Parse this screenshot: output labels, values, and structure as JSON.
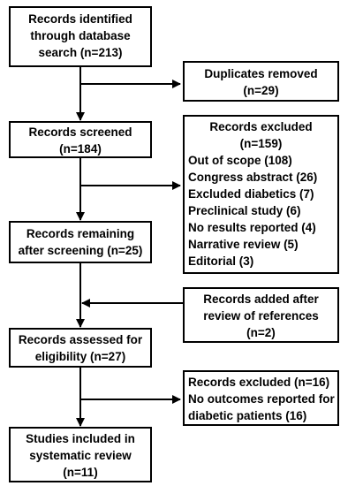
{
  "flow": {
    "identified": {
      "lines": [
        "Records identified",
        "through database",
        "search (n=213)"
      ]
    },
    "duplicates": {
      "lines": [
        "Duplicates removed",
        "(n=29)"
      ]
    },
    "screened": {
      "lines": [
        "Records screened",
        "(n=184)"
      ]
    },
    "excluded1": {
      "header": [
        "Records excluded",
        "(n=159)"
      ],
      "items": [
        "Out of scope (108)",
        "Congress abstract (26)",
        "Excluded diabetics (7)",
        "Preclinical study (6)",
        "No results reported (4)",
        "Narrative review (5)",
        "Editorial (3)"
      ]
    },
    "remaining": {
      "lines": [
        "Records remaining",
        "after screening (n=25)"
      ]
    },
    "added": {
      "lines": [
        "Records added after",
        "review of references",
        "(n=2)"
      ]
    },
    "assessed": {
      "lines": [
        "Records assessed for",
        "eligibility (n=27)"
      ]
    },
    "excluded2": {
      "lines": [
        "Records excluded (n=16)",
        "No outcomes reported for",
        "diabetic patients (16)"
      ]
    },
    "included": {
      "lines": [
        "Studies included in",
        "systematic review",
        "(n=11)"
      ]
    }
  }
}
